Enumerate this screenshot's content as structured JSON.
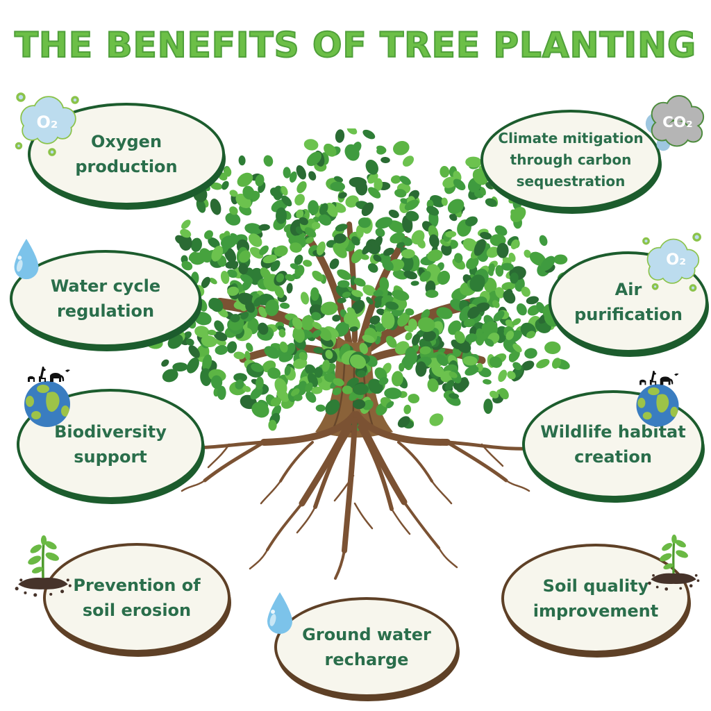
{
  "title": {
    "text": "THE BENEFITS OF TREE PLANTING"
  },
  "bubbles": [
    {
      "id": "oxygen-production",
      "label": "Oxygen\nproduction",
      "icon": "o2-cloud-icon",
      "border": "green"
    },
    {
      "id": "climate-mitigation",
      "label": "Climate mitigation\nthrough carbon\nsequestration",
      "icon": "co2-cloud-icon",
      "border": "green"
    },
    {
      "id": "water-cycle-regulation",
      "label": "Water cycle\nregulation",
      "icon": "water-drop-icon",
      "border": "green"
    },
    {
      "id": "air-purification",
      "label": "Air\npurification",
      "icon": "o2-cloud-icon",
      "border": "green"
    },
    {
      "id": "biodiversity-support",
      "label": "Biodiversity\nsupport",
      "icon": "earth-wildlife-icon",
      "border": "green"
    },
    {
      "id": "wildlife-habitat-creation",
      "label": "Wildlife habitat\ncreation",
      "icon": "earth-wildlife-icon",
      "border": "green"
    },
    {
      "id": "prevention-of-soil-erosion",
      "label": "Prevention of\nsoil erosion",
      "icon": "seedling-soil-icon",
      "border": "brown"
    },
    {
      "id": "ground-water-recharge",
      "label": "Ground water\nrecharge",
      "icon": "water-drop-icon",
      "border": "brown"
    },
    {
      "id": "soil-quality-improvement",
      "label": "Soil quality\nimprovement",
      "icon": "seedling-soil-icon",
      "border": "brown"
    }
  ],
  "icon_labels": {
    "o2": "O₂",
    "co2": "CO₂"
  },
  "colors": {
    "title_green": "#6cbf47",
    "title_outline": "#4f9f3a",
    "bubble_fill": "#f7f6ed",
    "green_border": "#1c5c2d",
    "brown_border": "#5e4026",
    "label_green": "#2a6e4b",
    "o2_fill": "#bcdcee",
    "o2_stroke": "#8bc34a",
    "co2_fill": "#b5b5b5",
    "co2_stroke": "#4c8b3c",
    "co2_accent": "#9ec7e0",
    "water_blue": "#7cc3ea",
    "water_light": "#c9e7f6",
    "earth_blue": "#3a7dc0",
    "earth_land": "#9dc348",
    "animal_black": "#111111",
    "soil_brown": "#46332a",
    "sprout_green": "#6ab944",
    "sprout_stem": "#4e9a2e",
    "trunk_brown": "#8a6239",
    "trunk_dark": "#5f4128",
    "root_brown": "#7b5233",
    "leaf_palette": [
      "#5cb544",
      "#46a23e",
      "#2e7d36",
      "#6cc24e",
      "#2a6b33",
      "#3f9b3f"
    ]
  }
}
